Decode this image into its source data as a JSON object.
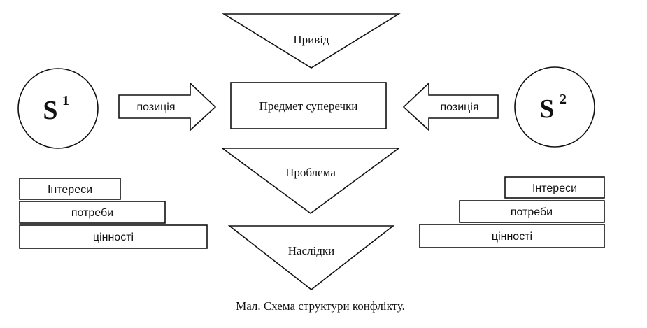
{
  "center": {
    "driver": "Привід",
    "subject": "Предмет суперечки",
    "problem": "Проблема",
    "consequences": "Наслідки"
  },
  "left_party": {
    "symbol": "S",
    "index": "1",
    "position": "позиція",
    "stack": [
      "Інтереси",
      "потреби",
      "цінності"
    ]
  },
  "right_party": {
    "symbol": "S",
    "index": "2",
    "position": "позиція",
    "stack": [
      "Інтереси",
      "потреби",
      "цінності"
    ]
  },
  "caption": "Мал. Схема структури конфлікту."
}
